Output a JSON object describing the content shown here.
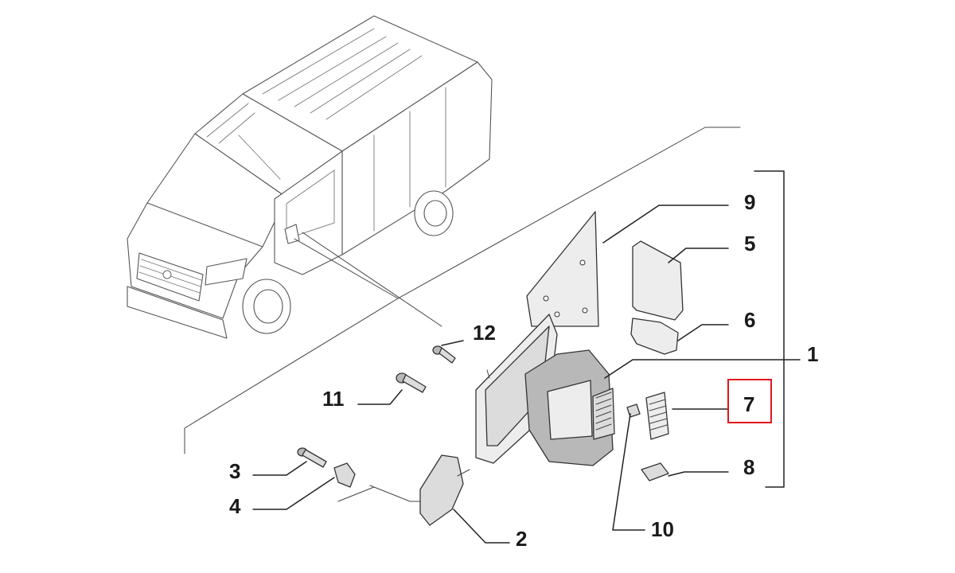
{
  "callouts": {
    "c1": "1",
    "c2": "2",
    "c3": "3",
    "c4": "4",
    "c5": "5",
    "c6": "6",
    "c7": "7",
    "c8": "8",
    "c9": "9",
    "c10": "10",
    "c11": "11",
    "c12": "12"
  },
  "highlighted_part": "7",
  "colors": {
    "highlight": "#e0161e",
    "line": "#222222",
    "part_fill": "#dcdcdc"
  }
}
